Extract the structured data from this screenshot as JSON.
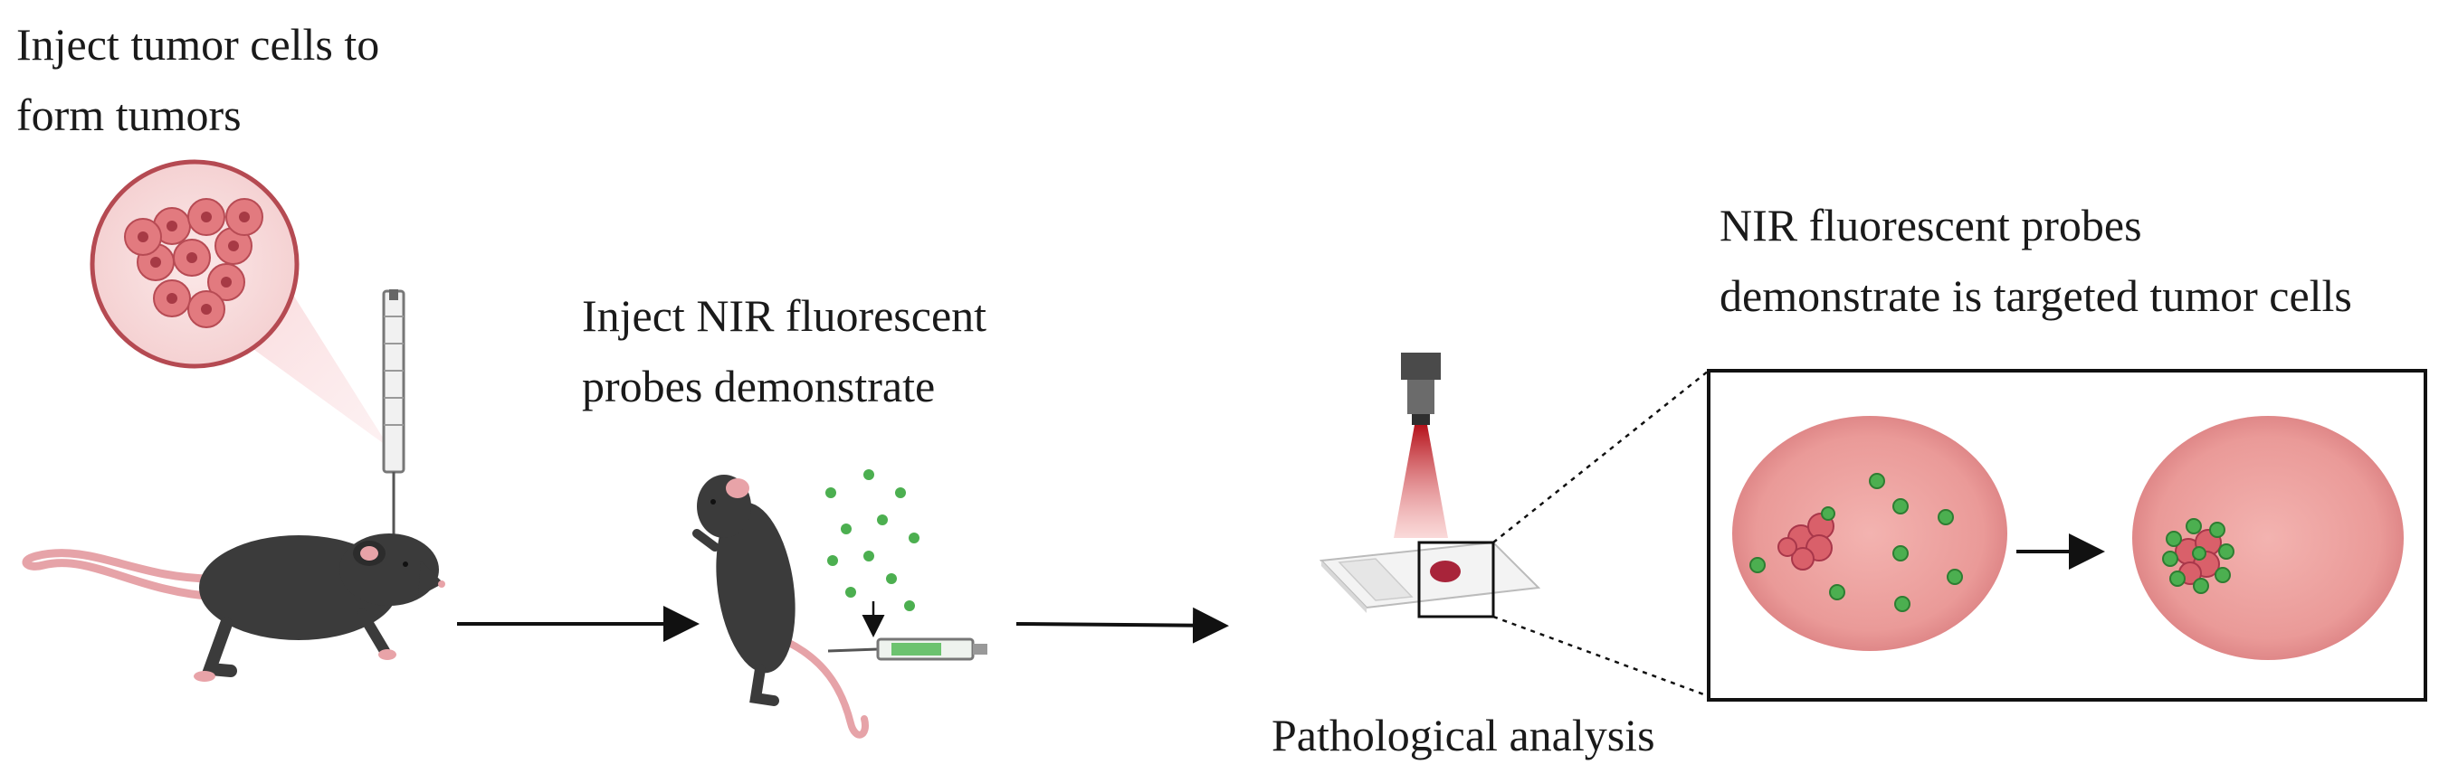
{
  "labels": {
    "step1_line1": "Inject tumor cells to",
    "step1_line2": "form tumors",
    "step2_line1": "Inject NIR fluorescent",
    "step2_line2": "probes demonstrate",
    "step3": "Pathological analysis",
    "step4_line1": "NIR fluorescent probes",
    "step4_line2": "demonstrate is targeted tumor cells"
  },
  "colors": {
    "text": "#1a1a1a",
    "mouse_body": "#3b3b3b",
    "mouse_skin": "#e8a3a8",
    "tissue": "#e79595",
    "tumor_cell": "#d9606a",
    "probe_green": "#4caf50",
    "beam_red": "#c0282e"
  },
  "icons": {
    "tumor_magnifier": "tumor-cluster-icon",
    "syringe_vertical": "syringe-icon",
    "mouse_walking": "mouse-icon",
    "mouse_standing": "mouse-icon",
    "probe_dots": "fluorescent-probe-icon",
    "syringe_horizontal": "syringe-icon",
    "microscope": "microscope-objective-icon",
    "slide": "glass-slide-icon",
    "tissue_before": "tissue-section-icon",
    "tissue_after": "tissue-section-icon"
  }
}
